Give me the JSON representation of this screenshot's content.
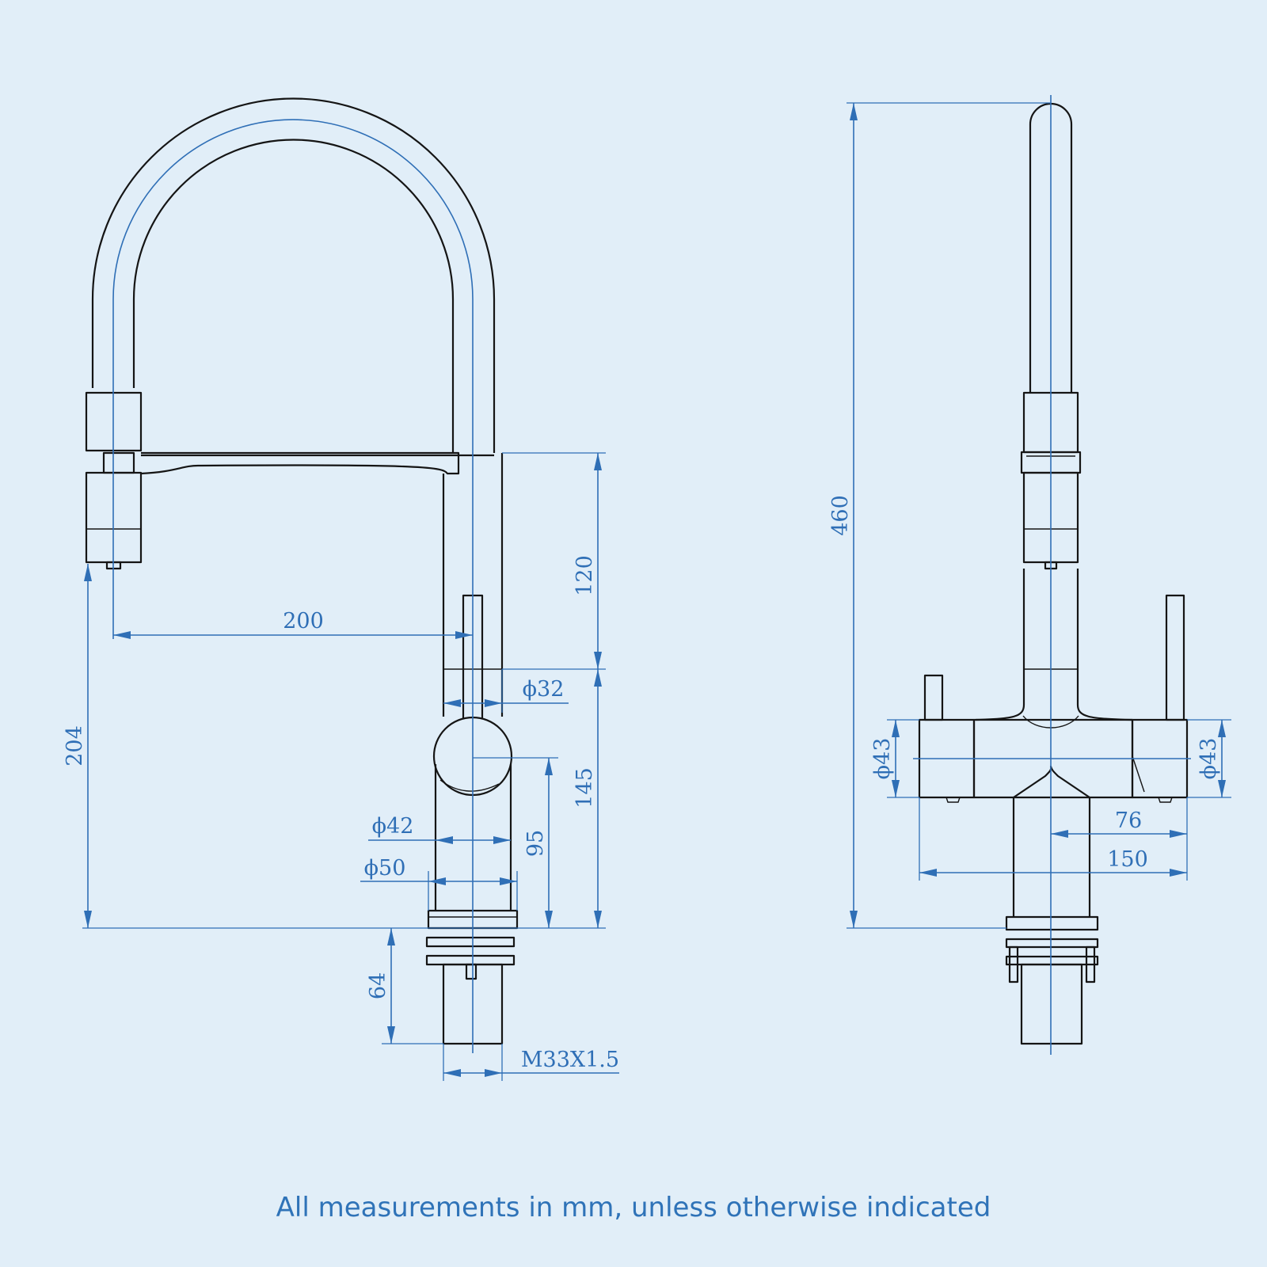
{
  "diagram": {
    "subject": "pull-out spray kitchen tap technical drawing",
    "views": [
      {
        "name": "side view",
        "dimensions": [
          {
            "id": "reach",
            "label": "200"
          },
          {
            "id": "spray-head-to-body",
            "label": "120"
          },
          {
            "id": "body-height",
            "label": "145"
          },
          {
            "id": "lever-hub-height",
            "label": "95"
          },
          {
            "id": "spout-outlet-height",
            "label": "204"
          },
          {
            "id": "tail-length",
            "label": "64"
          },
          {
            "id": "lever-diameter",
            "label": "ϕ32"
          },
          {
            "id": "body-diameter",
            "label": "ϕ42"
          },
          {
            "id": "base-diameter",
            "label": "ϕ50"
          },
          {
            "id": "thread",
            "label": "M33X1.5"
          }
        ]
      },
      {
        "name": "front view",
        "dimensions": [
          {
            "id": "overall-height",
            "label": "460"
          },
          {
            "id": "left-handle-diameter",
            "label": "ϕ43"
          },
          {
            "id": "right-handle-diameter",
            "label": "ϕ43"
          },
          {
            "id": "half-width",
            "label": "76"
          },
          {
            "id": "overall-width",
            "label": "150"
          }
        ]
      }
    ],
    "colors": {
      "background": "#e1eef8",
      "outline": "#151515",
      "dimension": "#2f6fb6"
    }
  },
  "footer": {
    "note": "All measurements in mm, unless otherwise indicated"
  }
}
